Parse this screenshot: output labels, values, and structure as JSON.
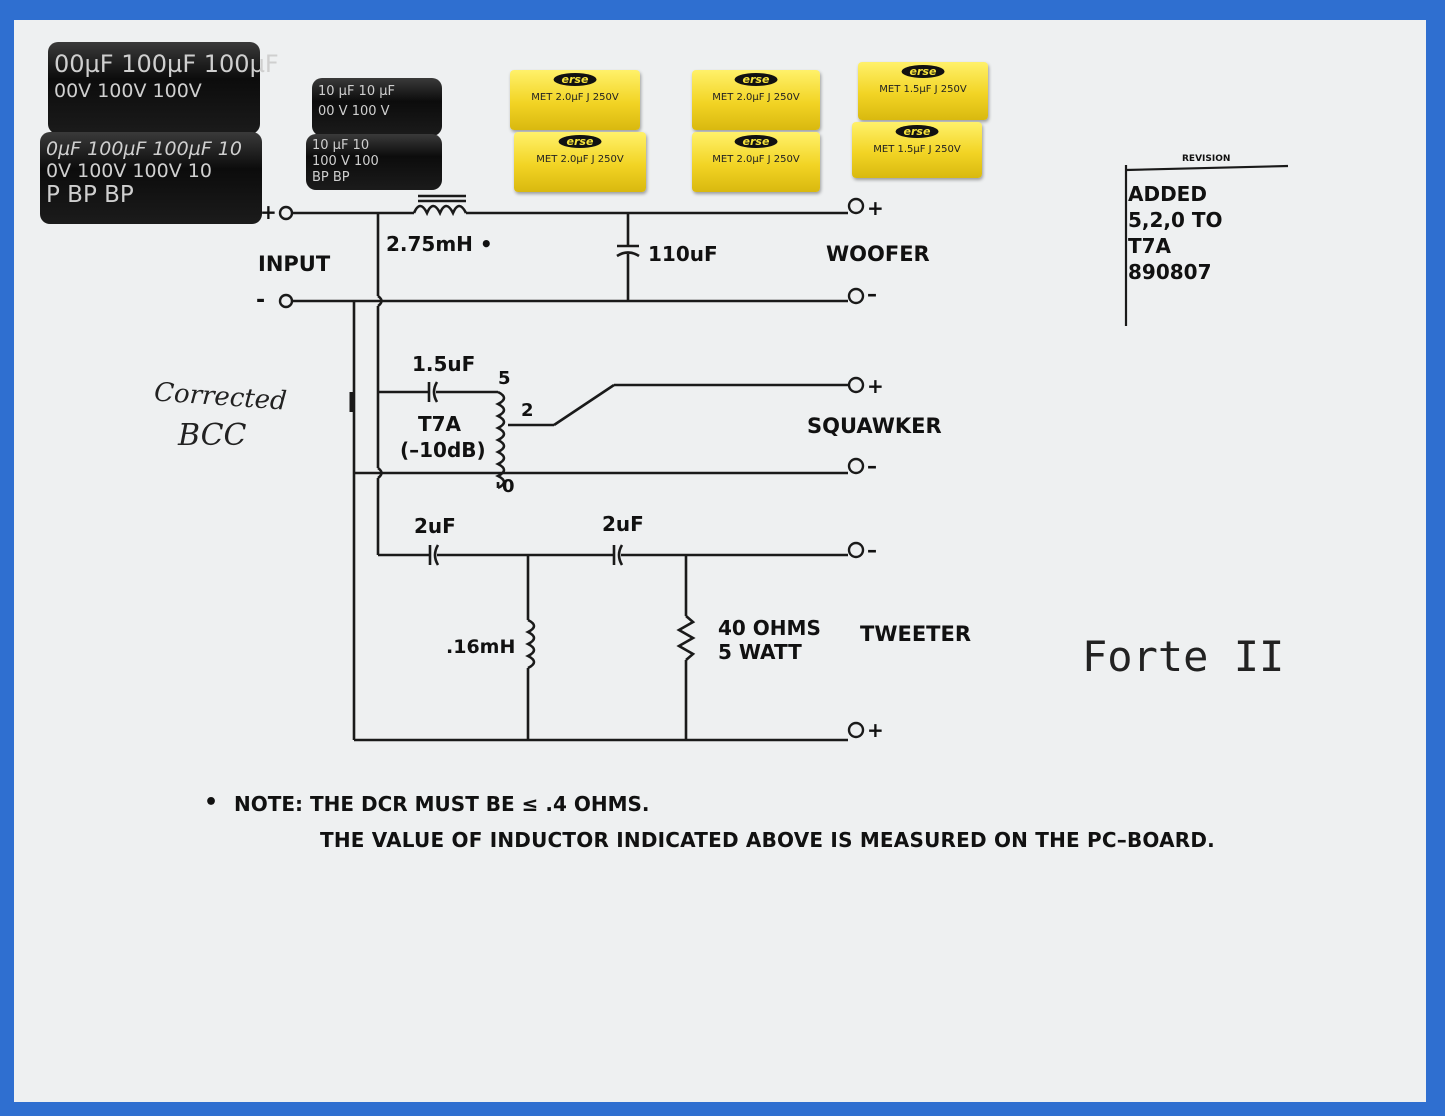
{
  "schematic": {
    "input_label": "INPUT",
    "input_plus": "+",
    "input_minus": "-",
    "woofer_label": "WOOFER",
    "squawker_label": "SQUAWKER",
    "tweeter_label": "TWEETER",
    "plus_sign": "+",
    "minus_sign": "–",
    "inductor_main": "2.75mH •",
    "cap_woofer": "110uF",
    "cap_squawker": "1.5uF",
    "transformer": "T7A",
    "transformer_note": "(–10dB)",
    "tap_5": "5",
    "tap_2": "2",
    "tap_0": "0",
    "cap_tweeter_1": "2uF",
    "cap_tweeter_2": "2uF",
    "inductor_tweeter": ".16mH",
    "resistor_line1": "40 OHMS",
    "resistor_line2": "5 WATT"
  },
  "revision": {
    "header": "REVISION",
    "lines": [
      "ADDED",
      "5,2,0 TO",
      "T7A",
      "890807"
    ]
  },
  "handwritten": {
    "corrected_line1": "Corrected",
    "corrected_line2": "BCC",
    "model": "Forte II"
  },
  "note": {
    "bullet": "•",
    "line1": "NOTE:  THE DCR MUST BE ≤ .4 OHMS.",
    "line2": "THE VALUE OF INDUCTOR INDICATED ABOVE IS MEASURED ON THE PC–BOARD."
  },
  "capacitors": {
    "black_large_row1": "00µF 100µF 100µF",
    "black_large_row1b": "00V  100V  100V",
    "black_large_row2": "0µF 100µF 100µF 10",
    "black_large_row2b": "0V  100V  100V  10",
    "black_large_row2c": "P   BP   BP",
    "black_small_1a": "10 µF   10 µF",
    "black_small_1b": "00 V   100 V",
    "black_small_2a": "10 µF   10",
    "black_small_2b": "100 V   100",
    "black_small_2c": "BP   BP",
    "yellow_brand": "erse",
    "yellow_spec_a": "MET 2.0µF J 250V",
    "yellow_spec_b": "MET 2.0µF J 250V",
    "yellow_spec_c": "MET 1.5µF J 250V"
  },
  "colors": {
    "background": "#2f6fd0",
    "paper": "#eef0f1",
    "ink": "#1a1a1a",
    "cap_yellow": "#f2d424"
  }
}
